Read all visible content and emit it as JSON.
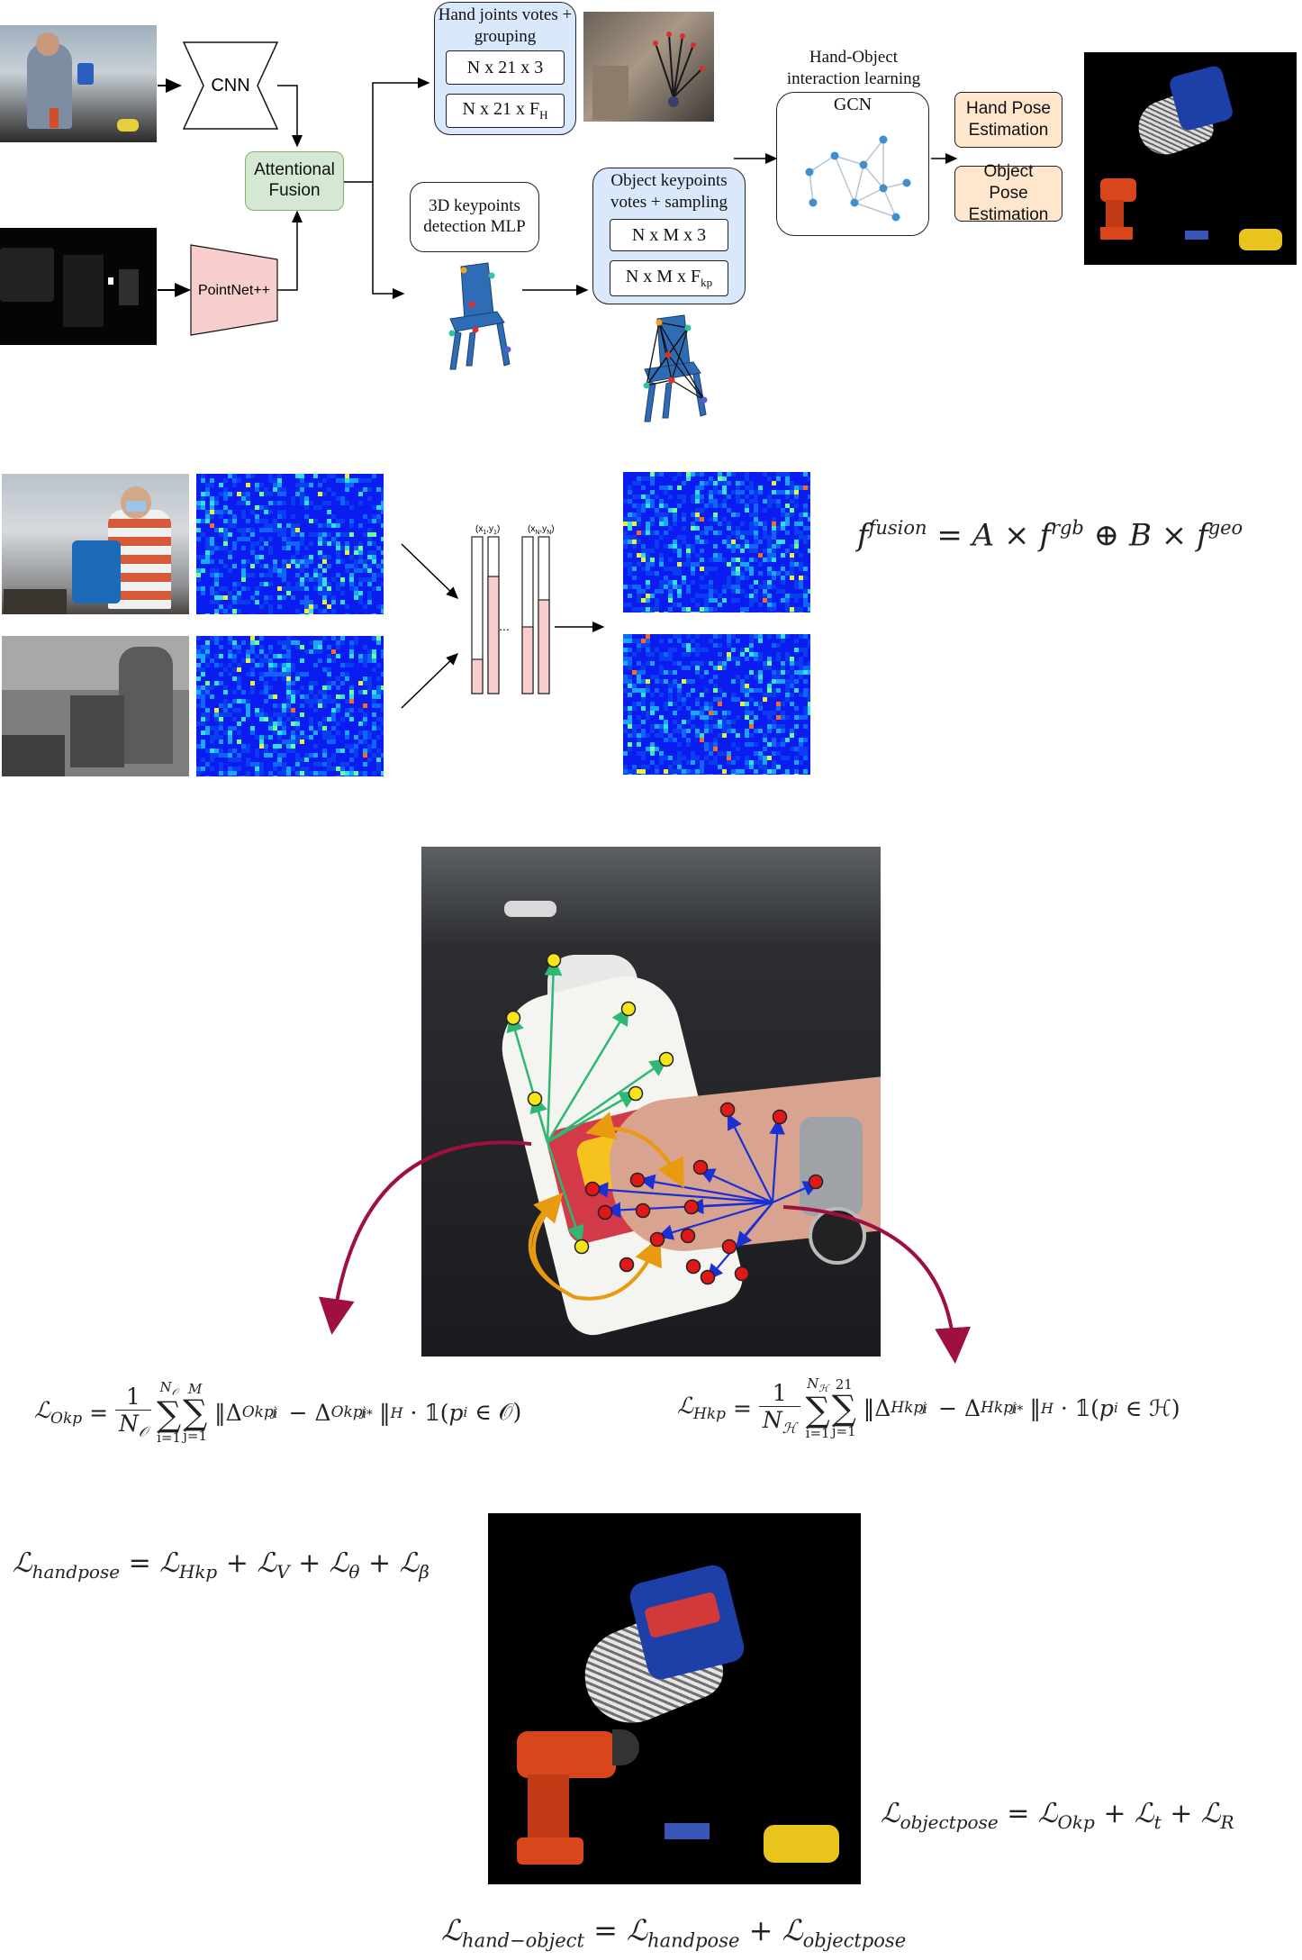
{
  "pipeline": {
    "cnn_label": "CNN",
    "pointnet_label": "PointNet++",
    "fusion_label": "Attentional Fusion",
    "hand_joints_title": "Hand joints votes + grouping",
    "hand_box1": "N x 21 x 3",
    "hand_box2": "N x 21 x F",
    "hand_box2_sub": "H",
    "keypoint_title": "3D keypoints detection MLP",
    "object_kp_title": "Object keypoints votes + sampling",
    "obj_box1": "N x M x 3",
    "obj_box2": "N x M x F",
    "obj_box2_sub": "kp",
    "interaction_title": "Hand-Object interaction learning",
    "gcn_label": "GCN",
    "hand_pose_label": "Hand Pose Estimation",
    "object_pose_label": "Object Pose Estimation"
  },
  "fusion": {
    "coord_first": "(x",
    "coord_first_sub": "1",
    "coord_first_mid": ",y",
    "coord_first_end": ")",
    "coord_last": "(x",
    "coord_last_sub": "N",
    "coord_last_mid": ",y",
    "coord_last_end": ")",
    "ellipsis": "...",
    "equation": "f^fusion = A × f^rgb ⊕ B × f^geo"
  },
  "equations": {
    "okp": "L_Okp = 1/N_O Σ_{i=1}^{N_O} Σ_{j=1}^{M} ||Δ_Okp_i^j − Δ_Okp_i^j*||_H · 𝟙(p_i ∈ O)",
    "hkp": "L_Hkp = 1/N_H Σ_{i=1}^{N_H} Σ_{j=1}^{21} ||Δ_Hkp_i^j − Δ_Hkp_i^j*||_H · 𝟙(p_i ∈ H)",
    "handpose": "L_handpose = L_Hkp + L_V + L_θ + L_β",
    "objectpose": "L_objectpose = L_Okp + L_t + L_R",
    "handobject": "L_hand−object = L_handpose + L_objectpose"
  },
  "colors": {
    "fusion_fill": "#d5e8d4",
    "pointnet_fill": "#f8cecc",
    "blue_box_fill": "#dae8fc",
    "orange_box_fill": "#ffe6cc",
    "heatmap_base": "#0a1cf0",
    "arrow_maroon": "#a0103e",
    "green_vote": "#2eb872",
    "blue_vote": "#1a2fd6",
    "orange_arc": "#e89a10"
  },
  "icons": [
    "chair-icon",
    "graph-icon",
    "rendered-scene-icon",
    "heatmap-icon"
  ]
}
